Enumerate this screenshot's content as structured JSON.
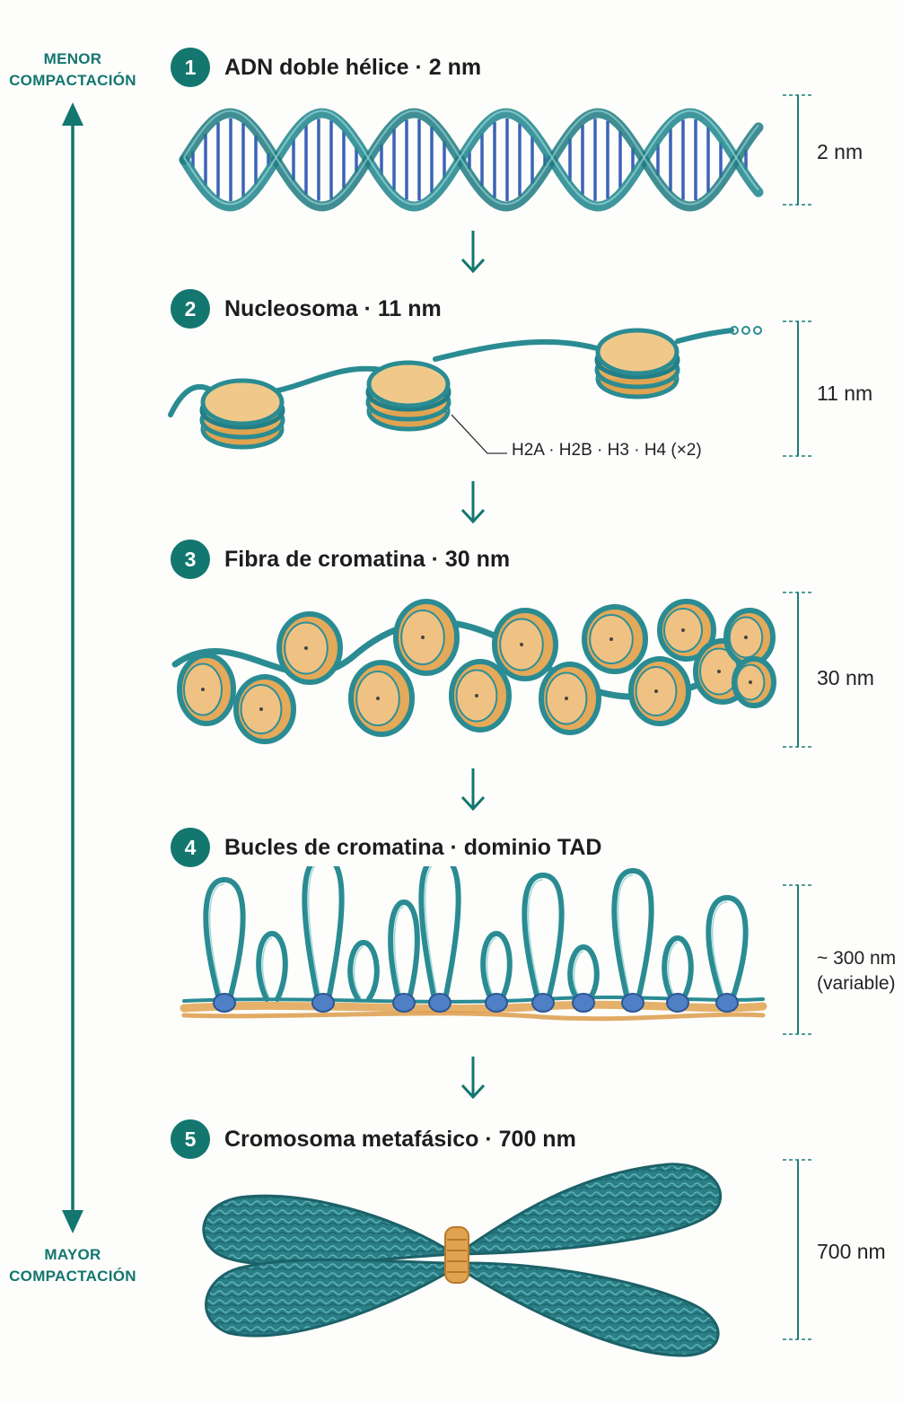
{
  "axis": {
    "top_label": [
      "MENOR",
      "COMPACTACIÓN"
    ],
    "bottom_label": [
      "MAYOR",
      "COMPACTACIÓN"
    ],
    "color": "#13766f"
  },
  "colors": {
    "teal": "#13766f",
    "strand": "#2a8c92",
    "base_pair": "#3b63b8",
    "histone": "#e0a350",
    "histone_light": "#f0c98a"
  },
  "steps": [
    {
      "number": "1",
      "title": "ADN doble hélice · 2 nm",
      "scale": [
        "2 nm"
      ]
    },
    {
      "number": "2",
      "title": "Nucleosoma · 11 nm",
      "scale": [
        "11 nm"
      ],
      "annotation": "H2A · H2B · H3 · H4 (×2)"
    },
    {
      "number": "3",
      "title": "Fibra de cromatina  · 30 nm",
      "scale": [
        "30 nm"
      ]
    },
    {
      "number": "4",
      "title": "Bucles de cromatina · dominio TAD",
      "scale": [
        "~ 300 nm",
        "(variable)"
      ]
    },
    {
      "number": "5",
      "title": "Cromosoma metafásico · 700 nm",
      "scale": [
        "700 nm"
      ]
    }
  ]
}
